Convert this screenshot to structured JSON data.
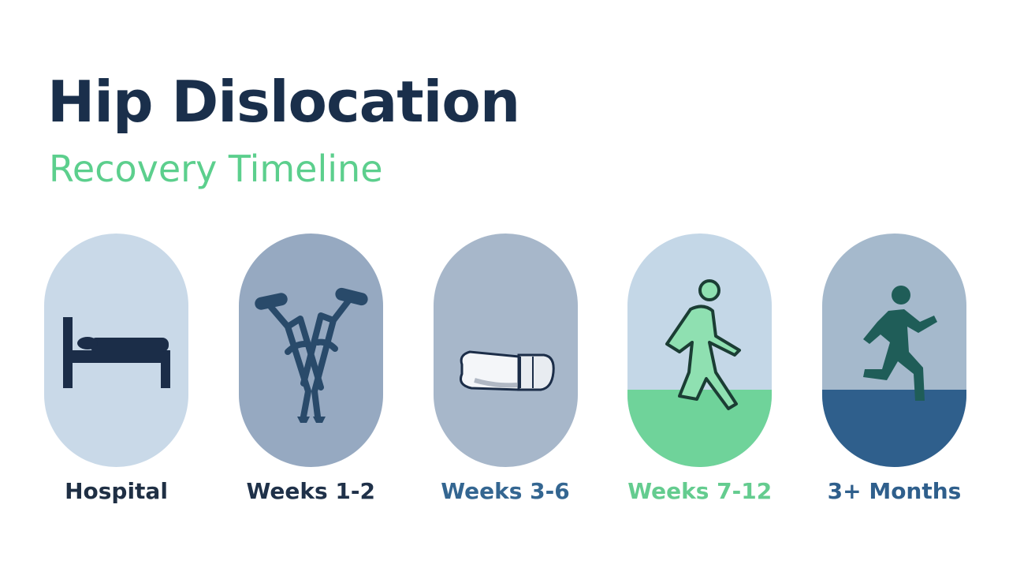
{
  "header": {
    "title": "Hip Dislocation",
    "subtitle": "Recovery Timeline"
  },
  "colors": {
    "title": "#1a2f4b",
    "subtitle": "#5ccf8d"
  },
  "stages": [
    {
      "label": "Hospital",
      "icon": "hospital-bed-icon",
      "bg": "#c9d9e8",
      "label_color": "#1f2f44"
    },
    {
      "label": "Weeks 1-2",
      "icon": "crutches-icon",
      "bg": "#96a9c1",
      "label_color": "#1f3149"
    },
    {
      "label": "Weeks 3-6",
      "icon": "walking-aid-icon",
      "bg": "#a7b7ca",
      "label_color": "#346691"
    },
    {
      "label": "Weeks 7-12",
      "icon": "walking-person-icon",
      "bg": "#c4d7e7",
      "ground": "#6fd39a",
      "label_color": "#64cc8f"
    },
    {
      "label": "3+ Months",
      "icon": "running-person-icon",
      "bg": "#a5b9cc",
      "ground": "#2f5f8c",
      "label_color": "#2f5f8c"
    }
  ]
}
